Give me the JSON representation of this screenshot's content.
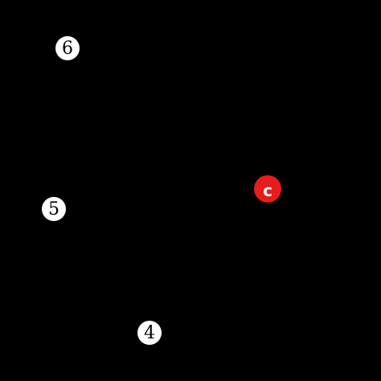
{
  "targets": [
    {
      "label": "6"
    },
    {
      "label": "5"
    },
    {
      "label": "4"
    }
  ],
  "cursor": {
    "label": "c",
    "color": "#e81c1c"
  },
  "colors": {
    "background": "#000000",
    "target_fill": "#ffffff",
    "target_text": "#000000"
  }
}
